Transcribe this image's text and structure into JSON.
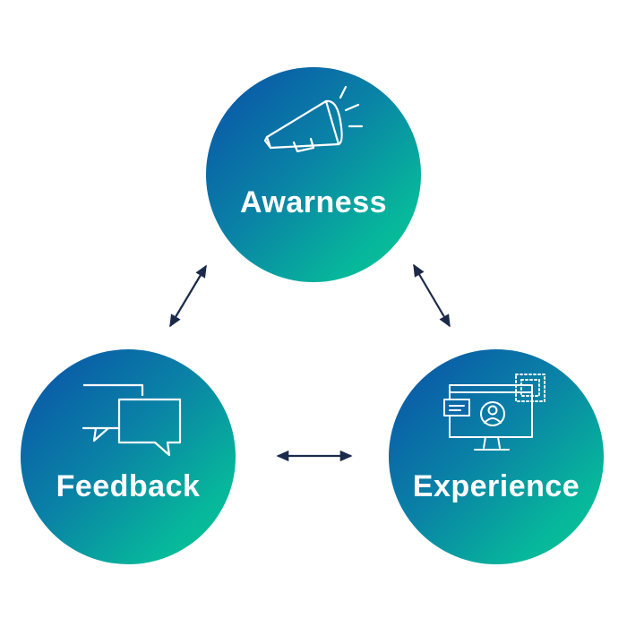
{
  "nodes": {
    "awareness": {
      "label": "Awarness",
      "icon": "megaphone-icon"
    },
    "feedback": {
      "label": "Feedback",
      "icon": "chat-bubbles-icon"
    },
    "experience": {
      "label": "Experience",
      "icon": "monitor-user-icon"
    }
  },
  "connections": [
    {
      "from": "awareness",
      "to": "feedback",
      "bidirectional": true
    },
    {
      "from": "awareness",
      "to": "experience",
      "bidirectional": true
    },
    {
      "from": "feedback",
      "to": "experience",
      "bidirectional": true
    }
  ],
  "colors": {
    "gradient_start": "#0a4fa8",
    "gradient_end": "#05c795",
    "arrow": "#1b2a4a",
    "text": "#ffffff"
  }
}
